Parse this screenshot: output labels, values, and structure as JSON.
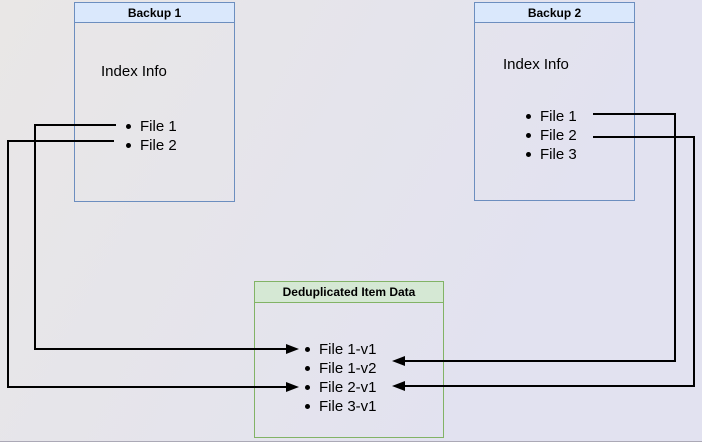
{
  "boxes": {
    "backup1": {
      "title": "Backup 1",
      "section_label": "Index Info",
      "items": [
        "File 1",
        "File 2"
      ]
    },
    "backup2": {
      "title": "Backup 2",
      "section_label": "Index Info",
      "items": [
        "File 1",
        "File 2",
        "File 3"
      ]
    },
    "dedup": {
      "title": "Deduplicated Item Data",
      "items": [
        "File 1-v1",
        "File 1-v2",
        "File 2-v1",
        "File 3-v1"
      ]
    }
  },
  "connections": [
    {
      "from": "Backup 1 / File 1",
      "to": "File 1-v1"
    },
    {
      "from": "Backup 1 / File 2",
      "to": "File 2-v1"
    },
    {
      "from": "Backup 2 / File 1",
      "to": "File 1-v2"
    },
    {
      "from": "Backup 2 / File 2",
      "to": "File 2-v1"
    }
  ],
  "colors": {
    "page_bg_start": "#E9E7E6",
    "page_bg_end": "#E2E2F0",
    "blue_header_fill": "#DAE8FC",
    "blue_border": "#6C8EBF",
    "green_header_fill": "#D5E8D4",
    "green_border": "#82B366",
    "connector": "#000000",
    "text": "#000000"
  }
}
